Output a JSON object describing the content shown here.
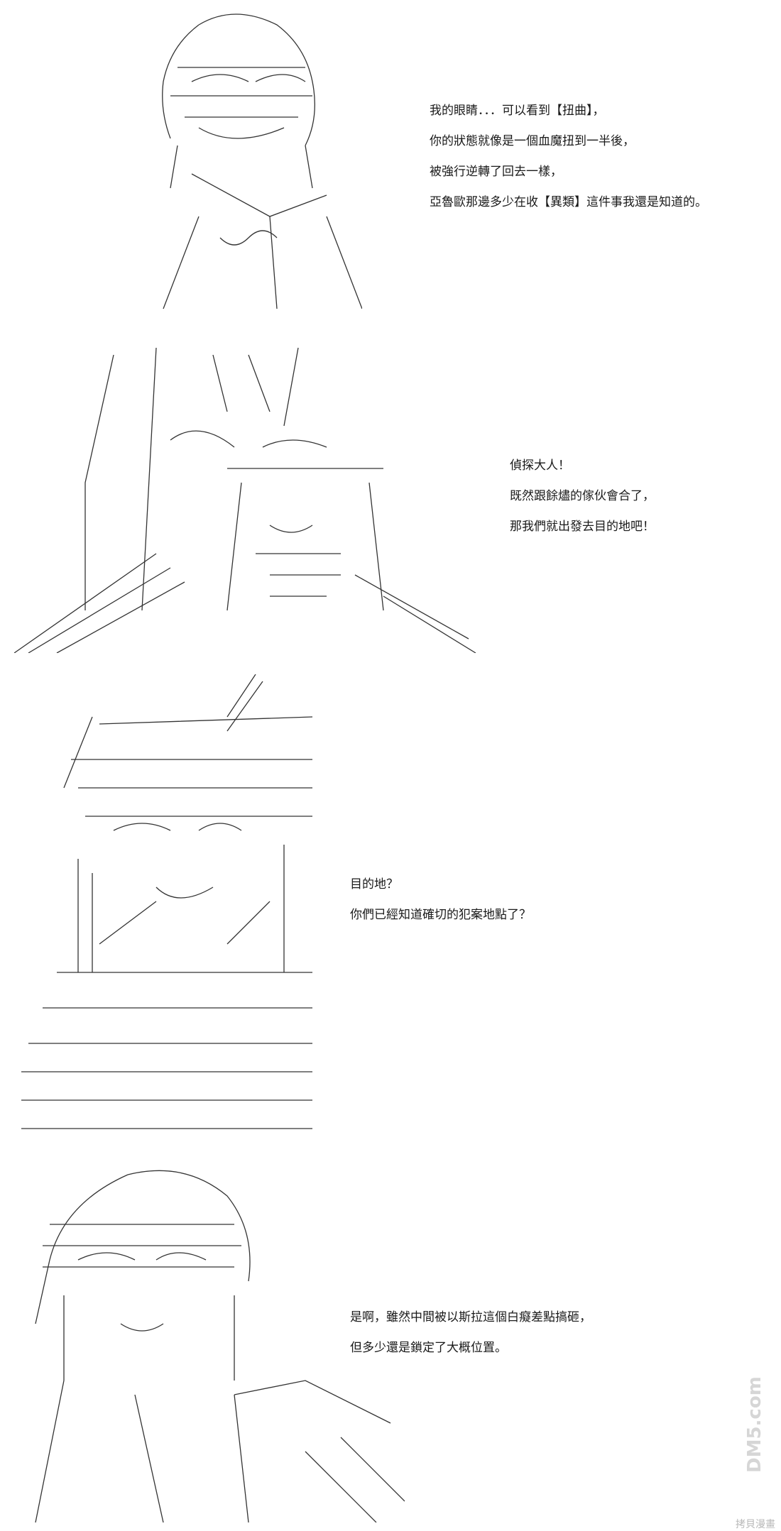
{
  "panels": [
    {
      "lines": [
        "我的眼睛．．．可以看到【扭曲】，",
        "你的狀態就像是一個血魔扭到一半後，",
        "被強行逆轉了回去一樣，",
        "亞魯歐那邊多少在收【異類】這件事我還是知道的。"
      ]
    },
    {
      "lines": [
        "偵探大人！",
        "既然跟餘燼的傢伙會合了，",
        "那我們就出發去目的地吧！"
      ]
    },
    {
      "lines": [
        "目的地？",
        "你們已經知道確切的犯案地點了？"
      ]
    },
    {
      "lines": [
        "是啊，雖然中間被以斯拉這個白癡差點搞砸，",
        "但多少還是鎖定了大概位置。"
      ]
    }
  ],
  "watermark": {
    "logo": "DM5.com",
    "text": "拷貝漫畫"
  },
  "colors": {
    "ink": "#1a1a1a",
    "art": "#333333",
    "watermark": "#c8c8c8"
  }
}
